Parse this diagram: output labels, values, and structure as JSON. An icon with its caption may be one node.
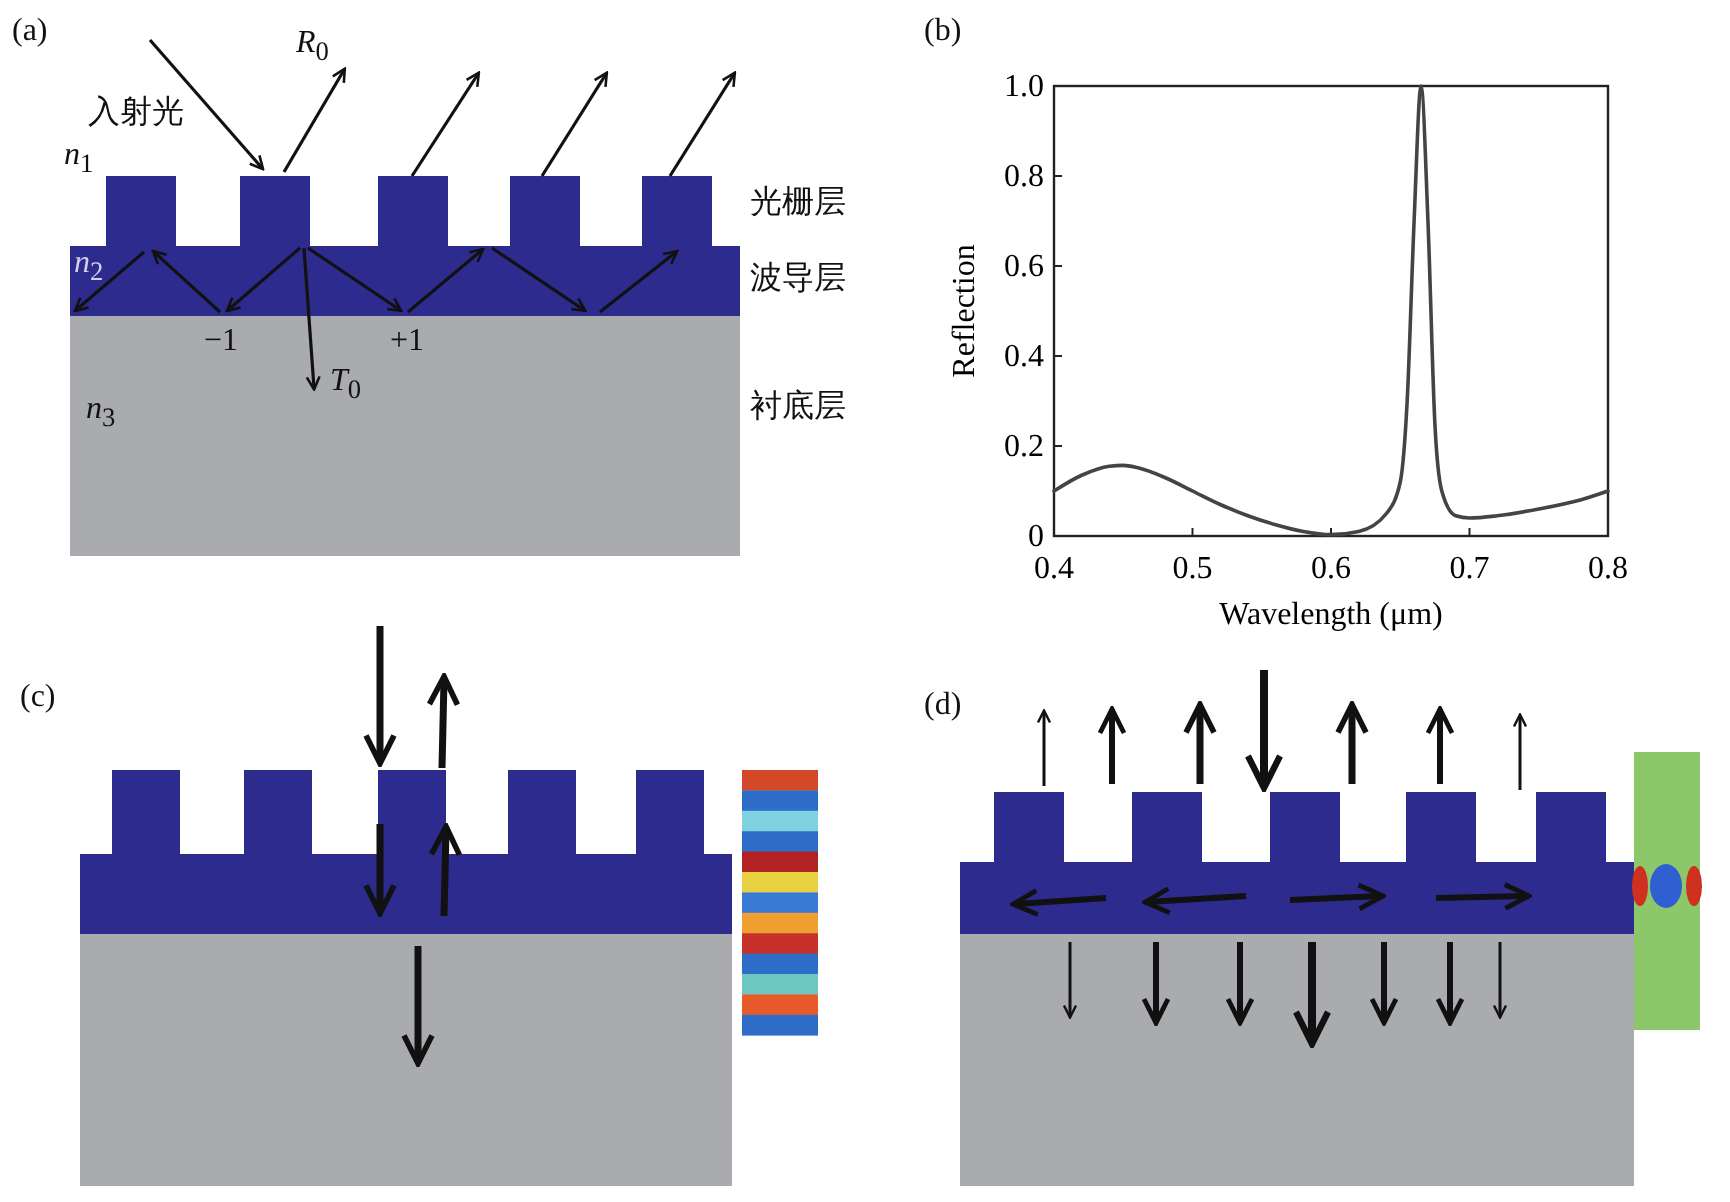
{
  "diagram": {
    "labels": [
      "(a)",
      "*R*$_{0}$",
      "入射光",
      "*n*$_{1}$",
      "光栅层",
      "*n*$_{2}$",
      "波导层",
      "−1",
      "+1",
      "*T*$_{0}$",
      "*n*$_{3}$",
      "衬底层",
      "(b)",
      "(c)",
      "(d)"
    ],
    "chart_data": {
      "type": "line",
      "xlabel": "Wavelength (μm)",
      "ylabel": "Reflection",
      "x": [
        0.4,
        0.42,
        0.44,
        0.45,
        0.46,
        0.48,
        0.5,
        0.52,
        0.54,
        0.56,
        0.58,
        0.6,
        0.62,
        0.64,
        0.65,
        0.655,
        0.66,
        0.665,
        0.67,
        0.675,
        0.68,
        0.69,
        0.7,
        0.72,
        0.75,
        0.78,
        0.8
      ],
      "series": [
        {
          "values": [
            0.1,
            0.135,
            0.155,
            0.157,
            0.152,
            0.13,
            0.1,
            0.07,
            0.045,
            0.025,
            0.01,
            0.003,
            0.01,
            0.05,
            0.12,
            0.3,
            0.7,
            1.0,
            0.7,
            0.25,
            0.1,
            0.045,
            0.04,
            0.045,
            0.06,
            0.08,
            0.1
          ]
        }
      ],
      "xlim": [
        0.4,
        0.8
      ],
      "ylim": [
        0,
        1
      ],
      "xticks": [
        0.4,
        0.5,
        0.6,
        0.7,
        0.8
      ],
      "yticks": [
        0,
        0.2,
        0.4,
        0.6,
        0.8,
        {
          "value": 1,
          "label": "1.0"
        }
      ]
    }
  }
}
